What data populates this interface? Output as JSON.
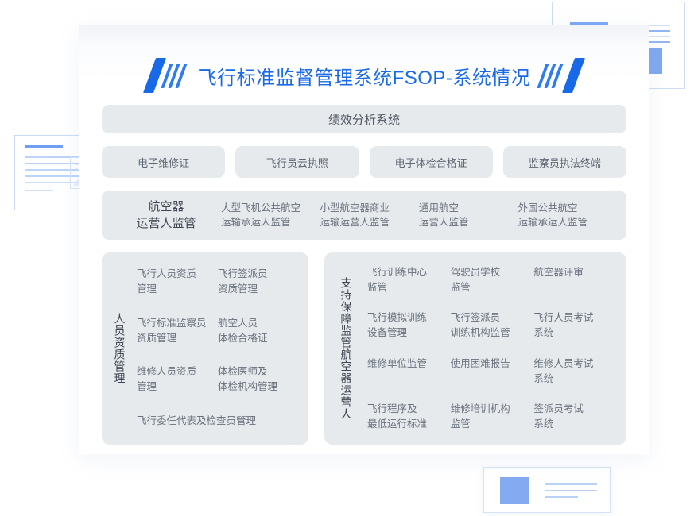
{
  "header": {
    "title": "飞行标准监督管理系统FSOP-系统情况",
    "accent_color": "#1a6ae8",
    "left_decor": "slash-decoration",
    "right_decor": "slash-decoration"
  },
  "rows": {
    "performance": {
      "label": "绩效分析系统"
    },
    "certificates": [
      {
        "label": "电子维修证"
      },
      {
        "label": "飞行员云执照"
      },
      {
        "label": "电子体检合格证"
      },
      {
        "label": "监察员执法终端"
      }
    ],
    "operator": {
      "group_label": "航空器\n运营人监管",
      "group_label_line1": "航空器",
      "group_label_line2": "运营人监管",
      "items": [
        {
          "line1": "大型飞机公共航空",
          "line2": "运输承运人监管"
        },
        {
          "line1": "小型航空器商业",
          "line2": "运输运营人监管"
        },
        {
          "line1": "通用航空",
          "line2": "运营人监管"
        },
        {
          "line1": "外国公共航空",
          "line2": "运输承运人监管"
        }
      ]
    }
  },
  "panels": {
    "staff": {
      "vertical_label": "人员资质管理",
      "grid": [
        [
          {
            "line1": "飞行人员资质",
            "line2": "管理"
          },
          {
            "line1": "飞行签派员",
            "line2": "资质管理"
          }
        ],
        [
          {
            "line1": "飞行标准监察员",
            "line2": "资质管理"
          },
          {
            "line1": "航空人员",
            "line2": "体检合格证"
          }
        ],
        [
          {
            "line1": "维修人员资质",
            "line2": "管理"
          },
          {
            "line1": "体检医师及",
            "line2": "体检机构管理"
          }
        ]
      ],
      "full_row": {
        "line1": "飞行委任代表及检查员管理",
        "line2": ""
      }
    },
    "support": {
      "vertical_label_right": "航空器运营人",
      "vertical_label_left": "支持保障监管",
      "grid": [
        [
          {
            "line1": "飞行训练中心",
            "line2": "监管"
          },
          {
            "line1": "驾驶员学校",
            "line2": "监管"
          },
          {
            "line1": "航空器评审",
            "line2": ""
          }
        ],
        [
          {
            "line1": "飞行模拟训练",
            "line2": "设备管理"
          },
          {
            "line1": "飞行签派员",
            "line2": "训练机构监管"
          },
          {
            "line1": "飞行人员考试",
            "line2": "系统"
          }
        ],
        [
          {
            "line1": "维修单位监管",
            "line2": ""
          },
          {
            "line1": "使用困难报告",
            "line2": ""
          },
          {
            "line1": "维修人员考试",
            "line2": "系统"
          }
        ],
        [
          {
            "line1": "飞行程序及",
            "line2": "最低运行标准"
          },
          {
            "line1": "维修培训机构",
            "line2": "监管"
          },
          {
            "line1": "签派员考试",
            "line2": "系统"
          }
        ]
      ]
    }
  },
  "theme": {
    "band_background": "#e6eaec",
    "panel_background": "#e6eaec",
    "text_primary": "#3e4651",
    "text_secondary": "#69717d",
    "page_background": "#ffffff"
  }
}
